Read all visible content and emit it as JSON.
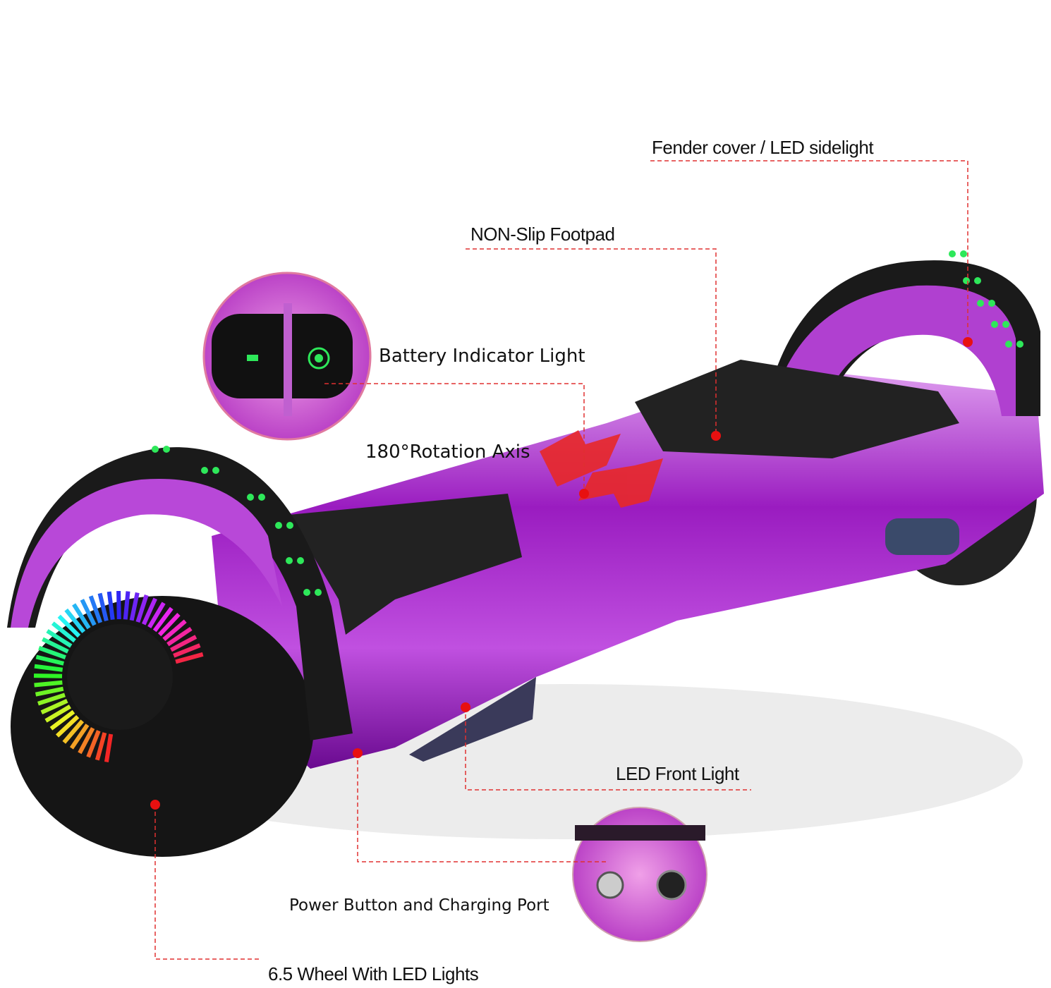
{
  "callouts": {
    "fender": "Fender cover / LED sidelight",
    "footpad": "NON-Slip Footpad",
    "battery": "Battery Indicator Light",
    "rotation": "180°Rotation Axis",
    "front_light": "LED Front Light",
    "power": "Power Button and Charging Port",
    "wheel": "6.5 Wheel With LED Lights"
  },
  "colors": {
    "body": "#a020c8",
    "callout_line": "#e03030",
    "inset_border": "#e07aa0",
    "led_green": "#2ee85a"
  }
}
